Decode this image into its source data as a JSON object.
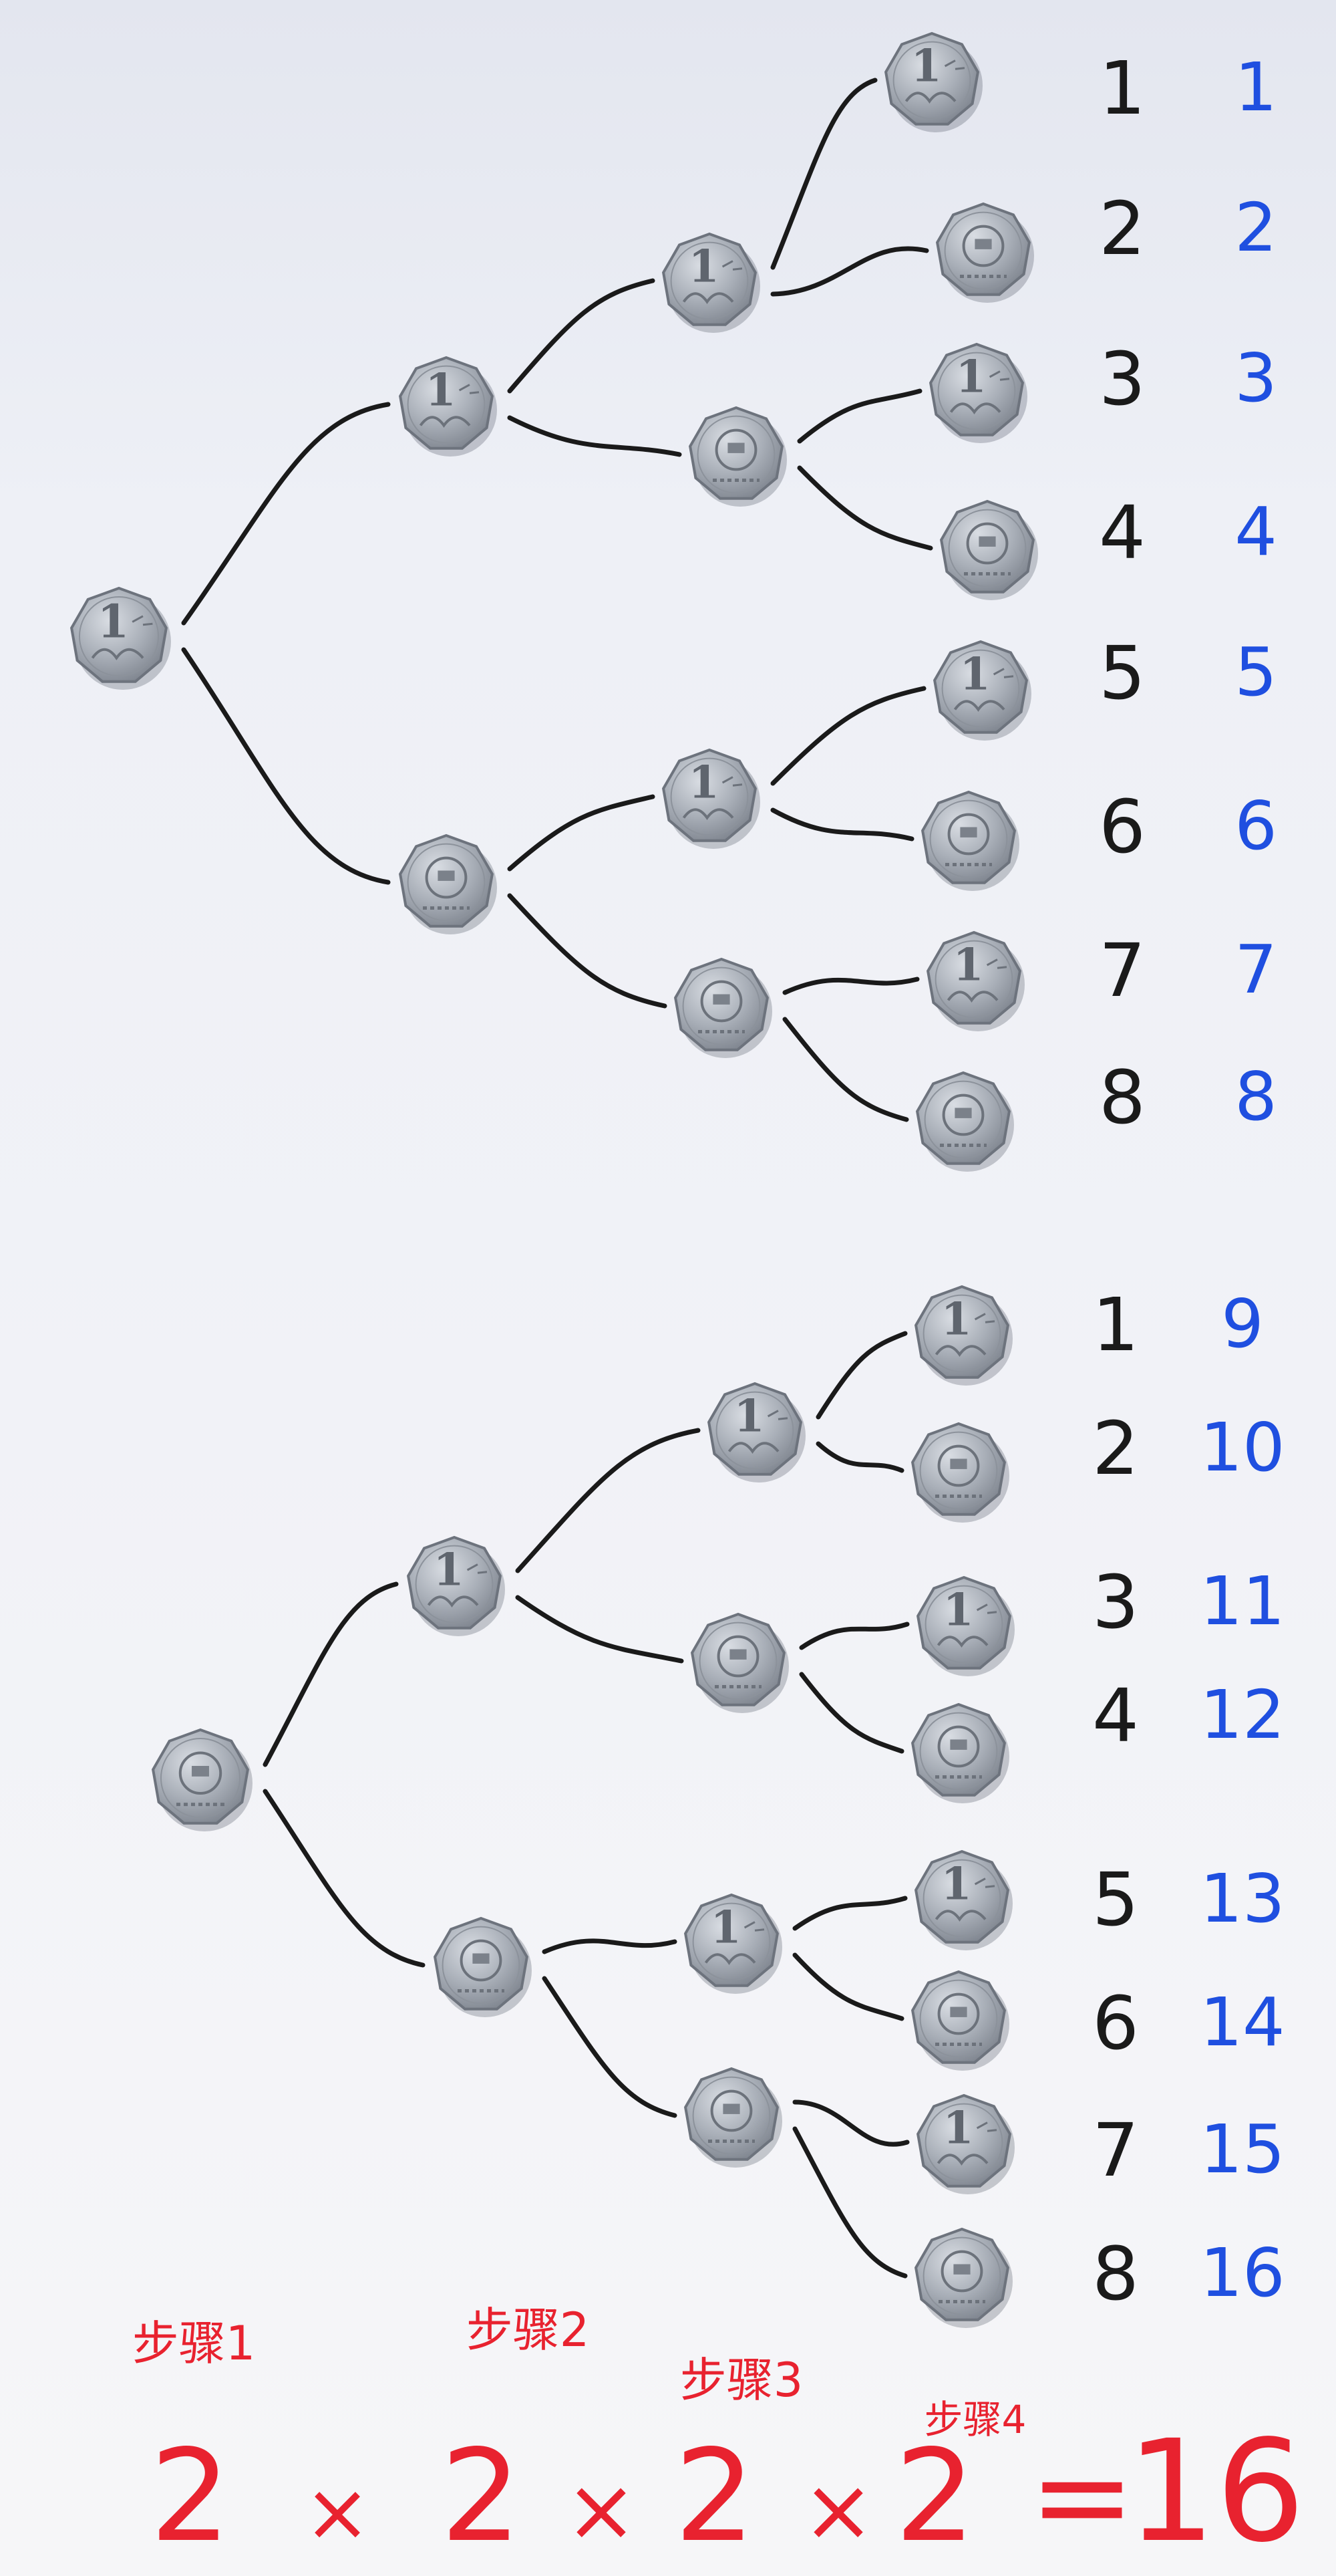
{
  "trees": [
    {
      "name": "first-tree",
      "root": {
        "face": "number"
      },
      "level2": [
        {
          "face": "number"
        },
        {
          "face": "emblem"
        }
      ],
      "level3": [
        {
          "face": "number"
        },
        {
          "face": "emblem"
        },
        {
          "face": "number"
        },
        {
          "face": "emblem"
        }
      ],
      "leaves": [
        {
          "face": "number",
          "branch_label": "1",
          "total_label": "1"
        },
        {
          "face": "emblem",
          "branch_label": "2",
          "total_label": "2"
        },
        {
          "face": "number",
          "branch_label": "3",
          "total_label": "3"
        },
        {
          "face": "emblem",
          "branch_label": "4",
          "total_label": "4"
        },
        {
          "face": "number",
          "branch_label": "5",
          "total_label": "5"
        },
        {
          "face": "emblem",
          "branch_label": "6",
          "total_label": "6"
        },
        {
          "face": "number",
          "branch_label": "7",
          "total_label": "7"
        },
        {
          "face": "emblem",
          "branch_label": "8",
          "total_label": "8"
        }
      ]
    },
    {
      "name": "second-tree",
      "root": {
        "face": "emblem"
      },
      "level2": [
        {
          "face": "number"
        },
        {
          "face": "emblem"
        }
      ],
      "level3": [
        {
          "face": "number"
        },
        {
          "face": "emblem"
        },
        {
          "face": "number"
        },
        {
          "face": "emblem"
        }
      ],
      "leaves": [
        {
          "face": "number",
          "branch_label": "1",
          "total_label": "9"
        },
        {
          "face": "emblem",
          "branch_label": "2",
          "total_label": "10"
        },
        {
          "face": "number",
          "branch_label": "3",
          "total_label": "11"
        },
        {
          "face": "emblem",
          "branch_label": "4",
          "total_label": "12"
        },
        {
          "face": "number",
          "branch_label": "5",
          "total_label": "13"
        },
        {
          "face": "emblem",
          "branch_label": "6",
          "total_label": "14"
        },
        {
          "face": "number",
          "branch_label": "7",
          "total_label": "15"
        },
        {
          "face": "emblem",
          "branch_label": "8",
          "total_label": "16"
        }
      ]
    }
  ],
  "coin_number_text": "1",
  "steps": [
    "步骤1",
    "步骤2",
    "步骤3",
    "步骤4"
  ],
  "equation": [
    "2",
    "×",
    "2",
    "×",
    "2",
    "×",
    "2",
    "=",
    "16"
  ],
  "colors": {
    "ink": "#1a1a1a",
    "blue": "#1f4fe0",
    "red": "#e8222f",
    "coin": "#a7adb6",
    "coin_edge": "#6d737d"
  }
}
